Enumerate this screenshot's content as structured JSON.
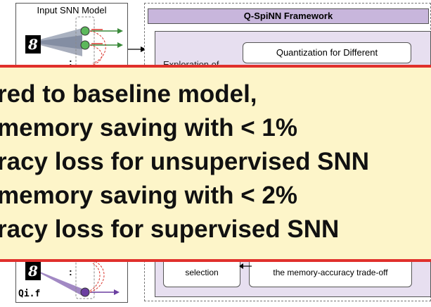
{
  "input_panel": {
    "title": "Input SNN Model",
    "bottom_label": "Qi.f",
    "ellipsis": ":"
  },
  "framework": {
    "title": "Q-SpiNN Framework",
    "quantization_box": "Quantization for Different",
    "partial_left_text": "Exploration of",
    "selection_box": "selection",
    "tradeoff_box": "the memory-accuracy trade-off"
  },
  "callout": {
    "lines": [
      "red to baseline model,",
      "memory saving with < 1%",
      "racy loss for unsupervised SNN",
      "memory saving with < 2%",
      "racy loss for supervised SNN"
    ]
  },
  "colors": {
    "neuron_green": "#5cb85c",
    "neuron_purple": "#6b3fa0",
    "arrow_red": "#d9342b",
    "callout_border": "#e0302c",
    "callout_bg": "#fdf5c9",
    "framework_header": "#c8b6dc",
    "framework_inner": "#e7dff0"
  },
  "icons": {
    "input_digit_icon": "digit-image-icon"
  }
}
